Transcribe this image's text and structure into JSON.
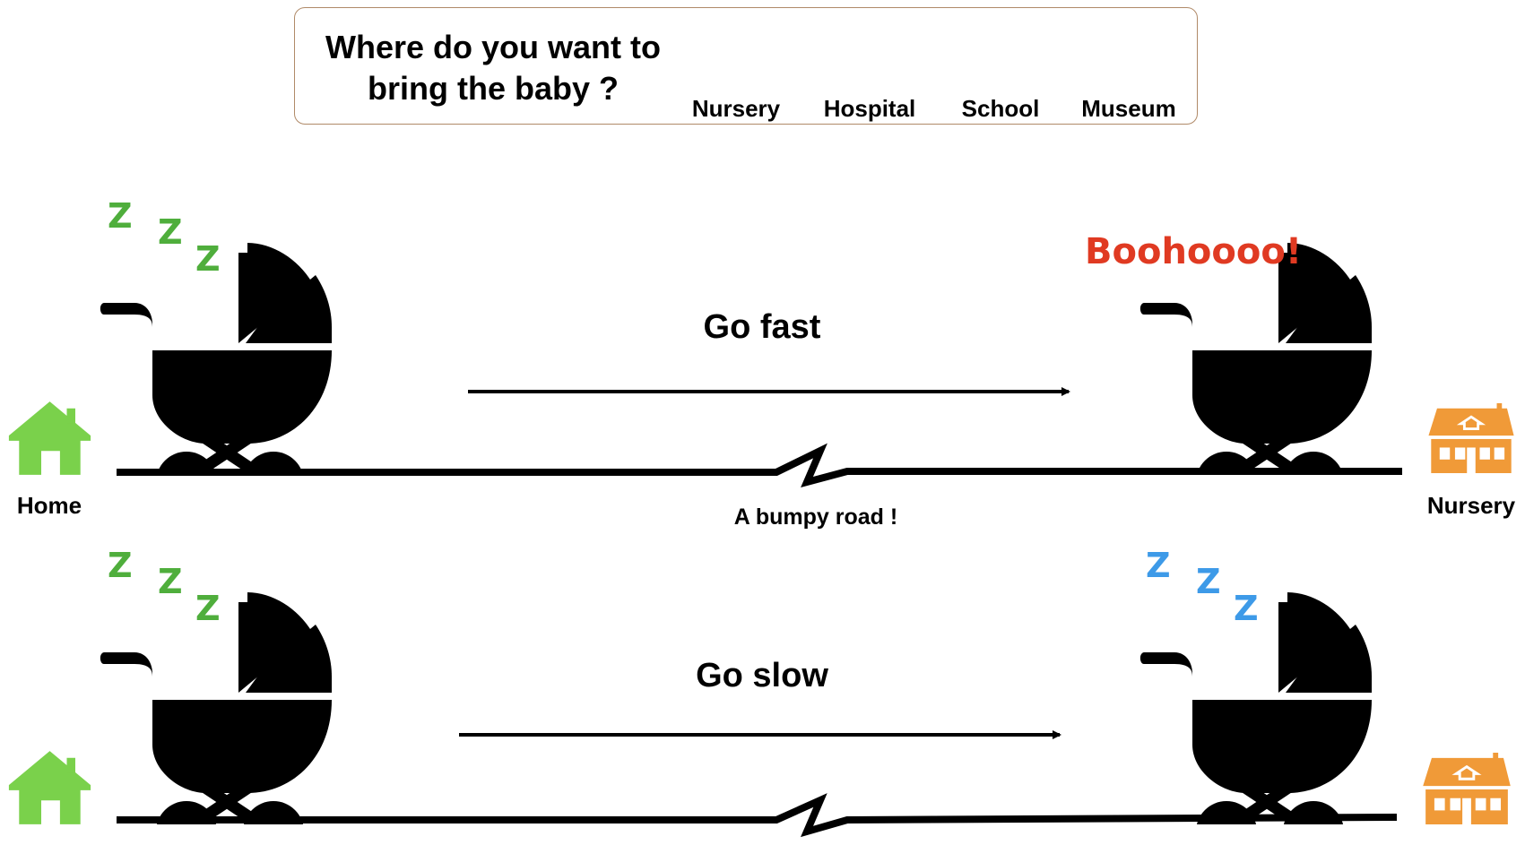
{
  "header": {
    "question": "Where do you want to bring the baby ?",
    "destinations": [
      {
        "label": "Nursery",
        "icon": "nursery-building-icon"
      },
      {
        "label": "Hospital",
        "icon": "hospital-building-icon"
      },
      {
        "label": "School",
        "icon": "school-building-icon"
      },
      {
        "label": "Museum",
        "icon": "museum-building-icon"
      }
    ]
  },
  "scenario_fast": {
    "action": "Go fast",
    "outcome_text": "Boohoooo!",
    "start_sleep": [
      "Z",
      "Z",
      "Z"
    ],
    "end_sleep": []
  },
  "scenario_slow": {
    "action": "Go slow",
    "start_sleep": [
      "Z",
      "Z",
      "Z"
    ],
    "end_sleep": [
      "Z",
      "Z",
      "Z"
    ]
  },
  "labels": {
    "start": "Home",
    "end": "Nursery",
    "road_note": "A bumpy road !"
  },
  "colors": {
    "orange": "#f09a38",
    "home_green": "#7ad14b",
    "zzz_green": "#4fae3c",
    "zzz_blue": "#3d9ae8",
    "cry_red": "#e03a22",
    "frame": "#b08a68"
  }
}
